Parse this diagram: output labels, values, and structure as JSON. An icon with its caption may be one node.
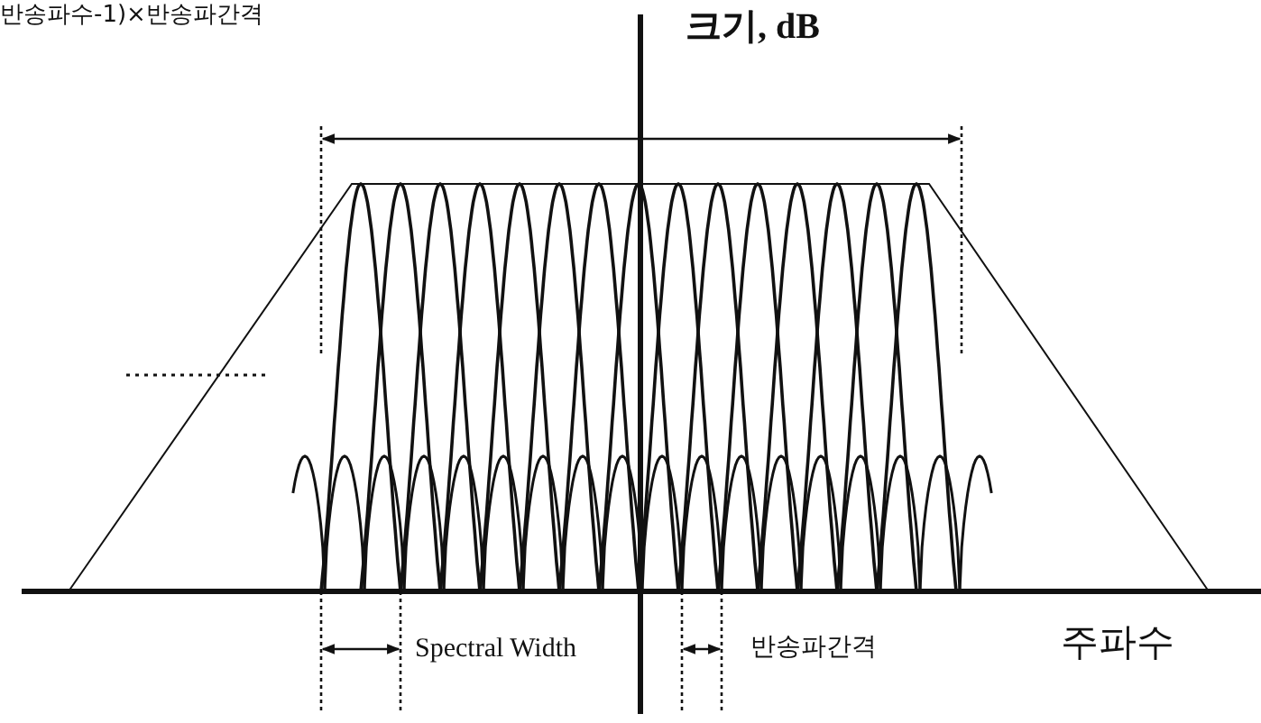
{
  "diagram": {
    "labels": [
      "반송파수-1)×반송파간격",
      "크기, dB",
      "Spectral Width",
      "반송파간격",
      "주파수"
    ]
  }
}
